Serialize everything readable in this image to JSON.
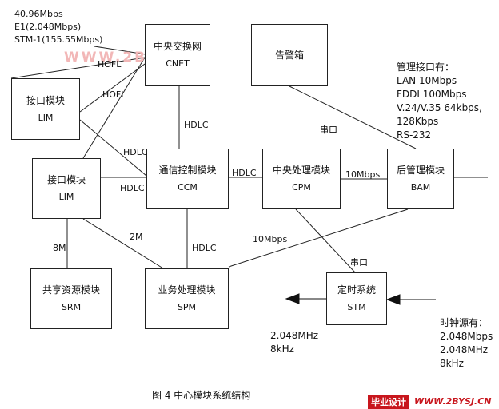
{
  "watermark": "WWW.2BYSJ.CN",
  "top_left_specs": [
    "40.96Mbps",
    "E1(2.048Mbps)",
    "STM-1(155.55Mbps)"
  ],
  "boxes": {
    "cnet": {
      "cn": "中央交换网",
      "en": "CNET"
    },
    "alarm": {
      "cn": "告警箱",
      "en": ""
    },
    "lim_top": {
      "cn": "接口模块",
      "en": "LIM"
    },
    "lim_mid": {
      "cn": "接口模块",
      "en": "LIM"
    },
    "ccm": {
      "cn": "通信控制模块",
      "en": "CCM"
    },
    "cpm": {
      "cn": "中央处理模块",
      "en": "CPM"
    },
    "bam": {
      "cn": "后管理模块",
      "en": "BAM"
    },
    "srm": {
      "cn": "共享资源模块",
      "en": "SRM"
    },
    "spm": {
      "cn": "业务处理模块",
      "en": "SPM"
    },
    "stm": {
      "cn": "定时系统",
      "en": "STM"
    }
  },
  "link_labels": {
    "hofl_1": "HOFL",
    "hofl_2": "HOFL",
    "hdlc_cnet_ccm": "HDLC",
    "hdlc_lim_top_ccm": "HDLC",
    "hdlc_lim_mid_ccm": "HDLC",
    "hdlc_ccm_cpm": "HDLC",
    "hdlc_ccm_spm": "HDLC",
    "serial_alarm": "串口",
    "serial_stm": "串口",
    "mbps_cpm_bam": "10Mbps",
    "mbps_spm_bam": "10Mbps",
    "m8": "8M",
    "m2": "2M"
  },
  "mgmt_interfaces": {
    "title": "管理接口有：",
    "items": [
      "LAN  10Mbps",
      "FDDI  100Mbps",
      "V.24/V.35 64kbps,",
      "128Kbps",
      "RS-232"
    ]
  },
  "stm_outputs": [
    "2.048MHz",
    "8kHz"
  ],
  "clock_sources": {
    "title": "时钟源有：",
    "items": [
      "2.048Mbps",
      "2.048MHz",
      "8kHz"
    ]
  },
  "caption": "图 4   中心模块系统结构",
  "logo": {
    "badge": "毕业设计",
    "url": "WWW.2BYSJ.CN"
  }
}
